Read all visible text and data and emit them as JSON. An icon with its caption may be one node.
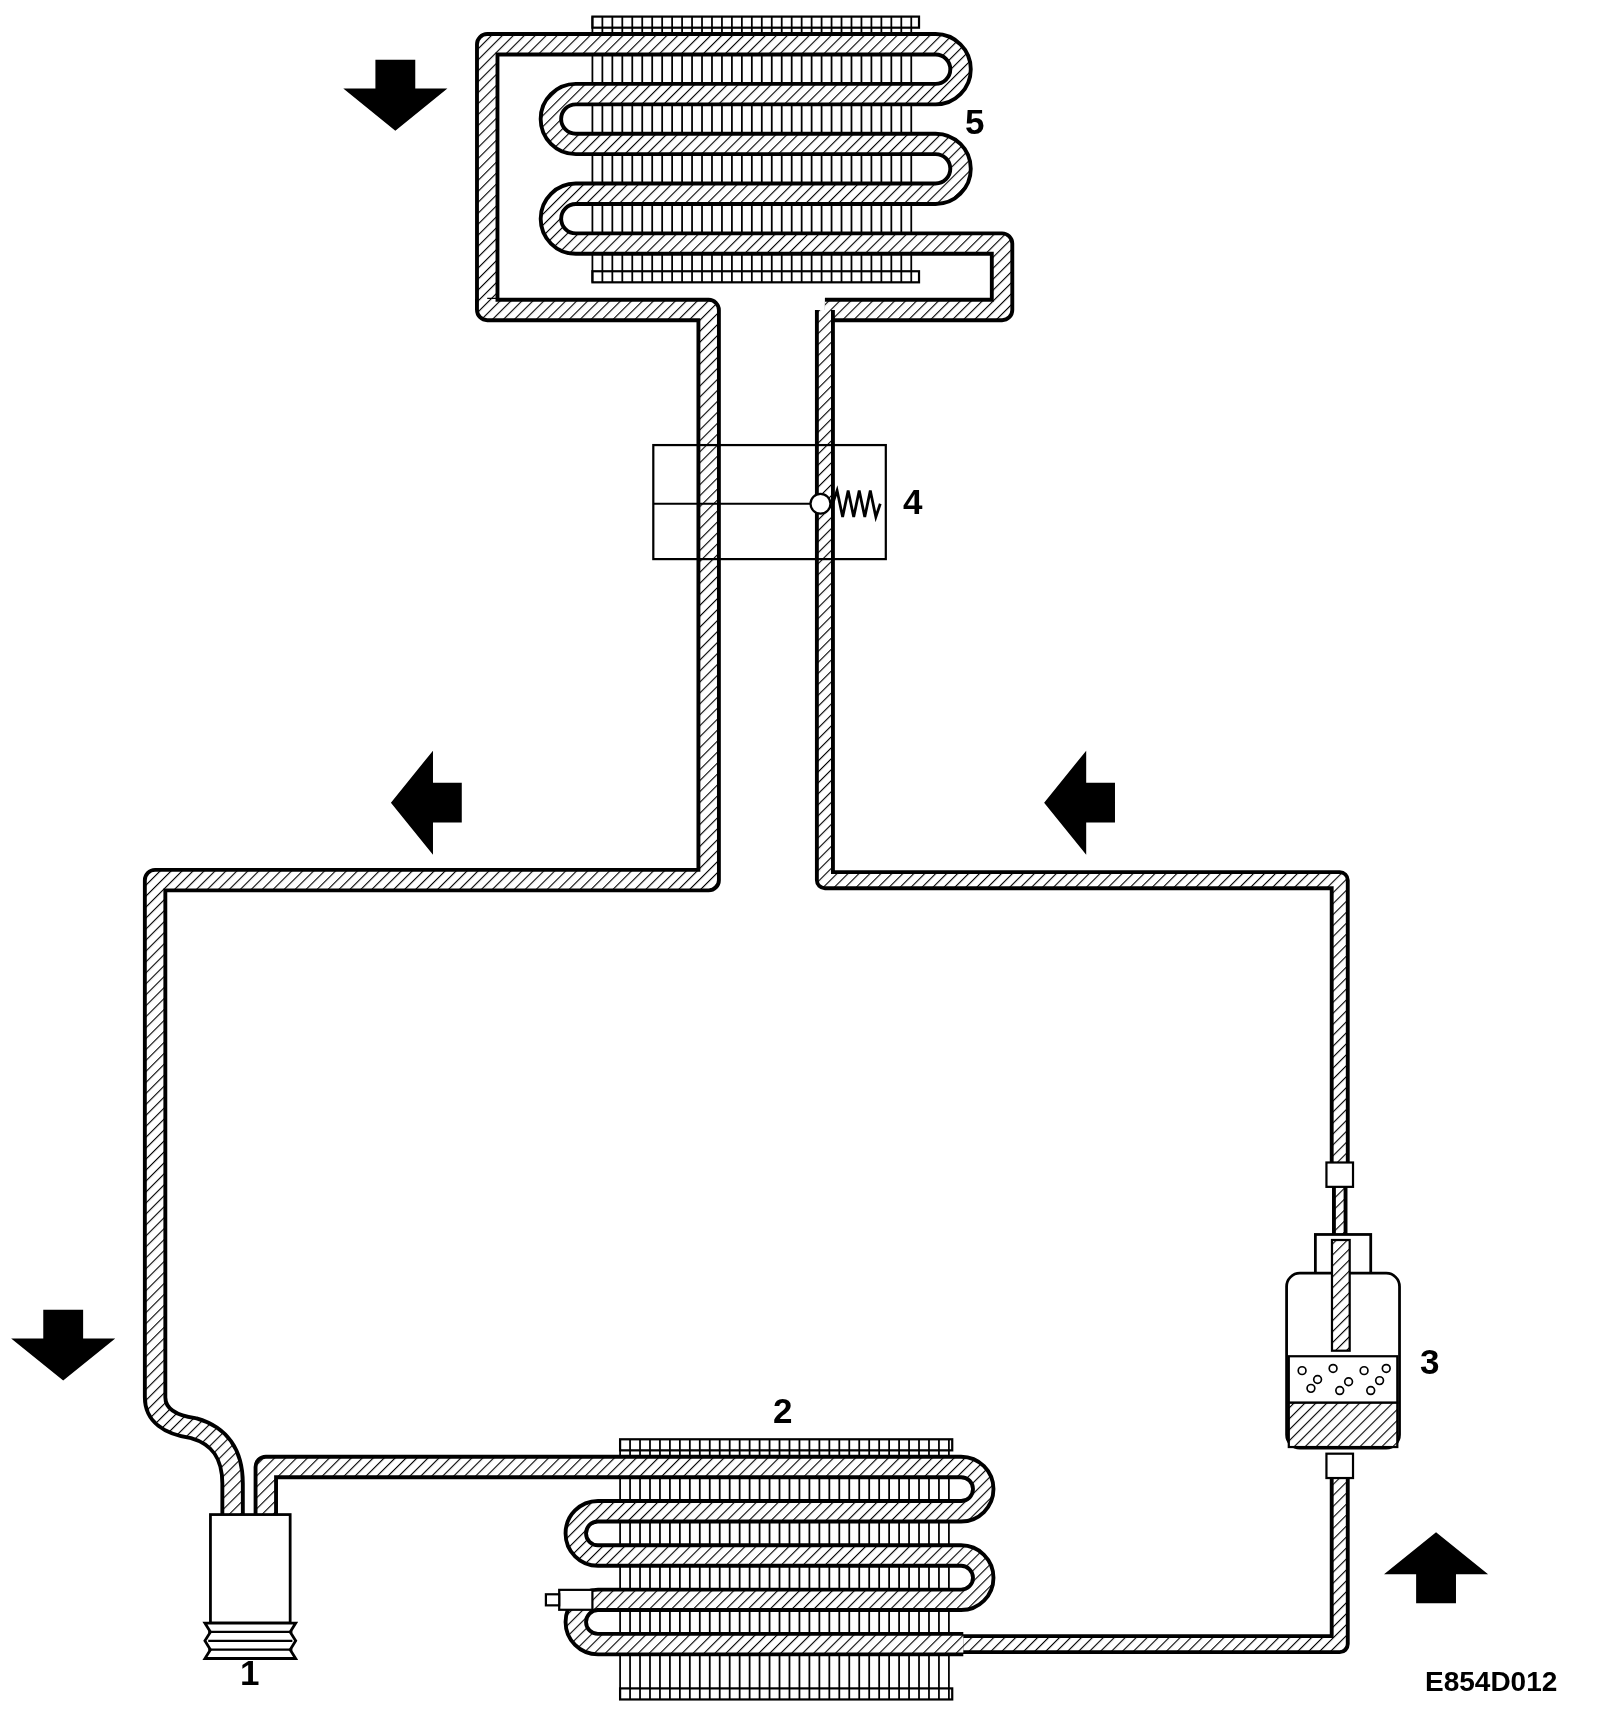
{
  "diagram": {
    "labels": [
      "5",
      "4",
      "3",
      "2",
      "1",
      "E854D012"
    ]
  }
}
